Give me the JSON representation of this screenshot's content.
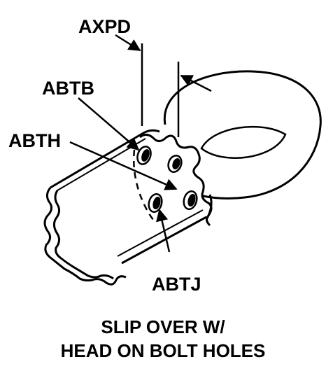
{
  "diagram": {
    "labels": {
      "axpd": "AXPD",
      "abtb": "ABTB",
      "abth": "ABTH",
      "abtj": "ABTJ"
    },
    "caption": {
      "line1": "SLIP OVER W/",
      "line2": "HEAD ON BOLT HOLES"
    },
    "colors": {
      "ink": "#000000",
      "paper": "#ffffff"
    }
  }
}
